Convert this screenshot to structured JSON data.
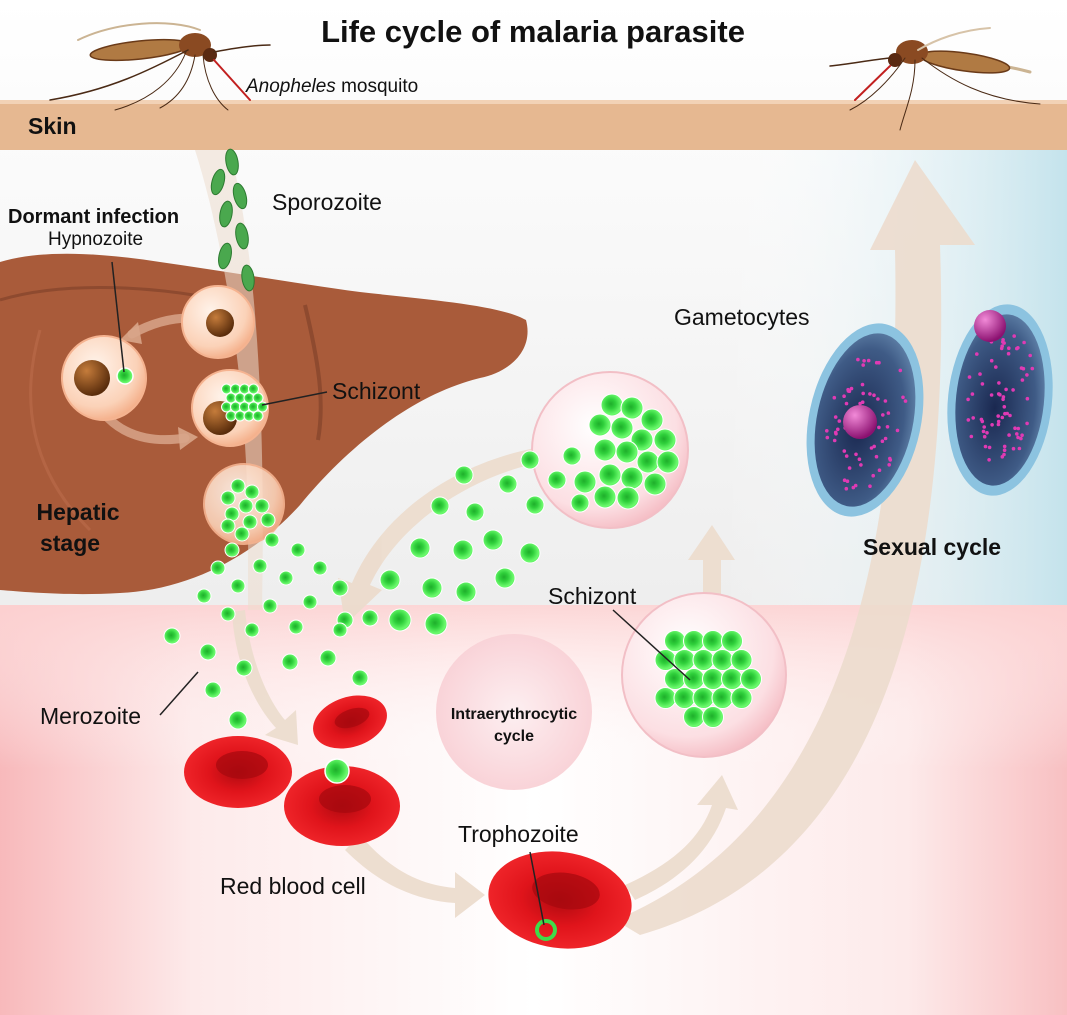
{
  "title": "Life cycle of malaria parasite",
  "mosquito": {
    "italic": "Anopheles",
    "rest": " mosquito"
  },
  "skin": "Skin",
  "labels": {
    "sporozoite": "Sporozoite",
    "dormant": "Dormant infection",
    "hypnozoite": "Hypnozoite",
    "schizont_liver": "Schizont",
    "hepatic_line1": "Hepatic",
    "hepatic_line2": "stage",
    "gametocytes": "Gametocytes",
    "sexual_cycle": "Sexual cycle",
    "schizont_blood": "Schizont",
    "merozoite": "Merozoite",
    "intra_line1": "Intraerythrocytic",
    "intra_line2": "cycle",
    "trophozoite": "Trophozoite",
    "rbc": "Red blood cell"
  },
  "colors": {
    "skin": "#e8bb94",
    "liver": "#a85a3a",
    "liver_dark": "#8e4a2f",
    "merozoite": "#3fdc4a",
    "rbc": "#e3141a",
    "arrow": "#e8d8c8",
    "gametocyte": "#3a4f78",
    "blood_tint": "#fbd6d6",
    "cyan_tint": "#cfe9ef"
  }
}
